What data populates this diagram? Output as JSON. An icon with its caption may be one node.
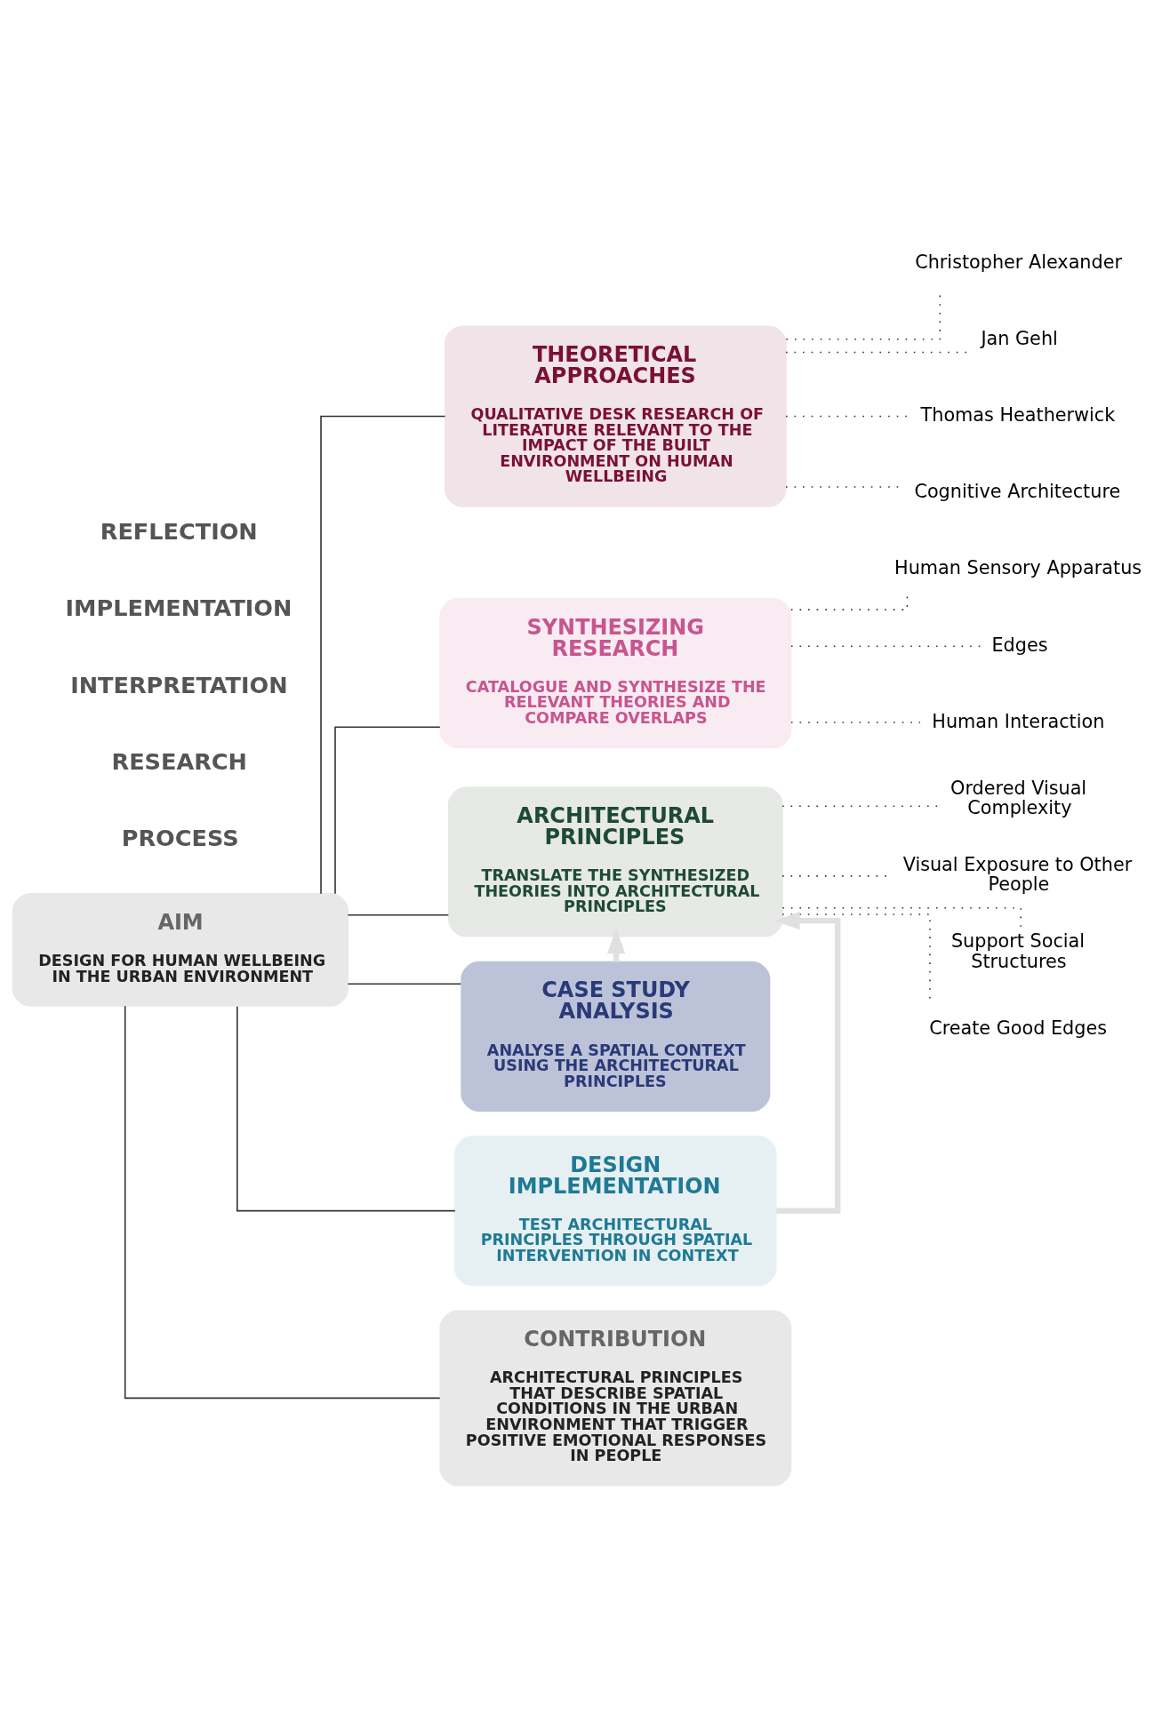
{
  "diagram": {
    "nodes": [
      {
        "text": [
          "AIM",
          "DESIGN FOR HUMAN WELLBEING IN THE URBAN ENVIRONMENT"
        ]
      },
      {
        "text": [
          "THEORETICAL APPROACHES",
          "QUALITATIVE DESK RESEARCH OF LITERATURE RELEVANT TO THE IMPACT OF THE BUILT ENVIRONMENT ON HUMAN WELLBEING"
        ]
      },
      {
        "text": [
          "SYNTHESIZING RESEARCH",
          "CATALOGUE AND SYNTHESIZE THE RELEVANT THEORIES AND COMPARE OVERLAPS"
        ]
      },
      {
        "text": [
          "ARCHITECTURAL PRINCIPLES",
          "TRANSLATE THE SYNTHESIZED THEORIES INTO ARCHITECTURAL PRINCIPLES"
        ]
      },
      {
        "text": [
          "CASE STUDY ANALYSIS",
          "ANALYSE A SPATIAL CONTEXT USING THE ARCHITECTURAL PRINCIPLES"
        ]
      },
      {
        "text": [
          "DESIGN IMPLEMENTATION",
          "TEST ARCHITECTURAL PRINCIPLES THROUGH SPATIAL INTERVENTION IN CONTEXT"
        ]
      },
      {
        "text": [
          "CONTRIBUTION",
          "ARCHITECTURAL PRINCIPLES THAT DESCRIBE SPATIAL CONDITIONS IN THE URBAN ENVIRONMENT THAT TRIGGER POSITIVE EMOTIONAL RESPONSES IN PEOPLE"
        ]
      },
      {
        "text": [
          "Christopher Alexander"
        ]
      },
      {
        "text": [
          "Jan Gehl"
        ]
      },
      {
        "text": [
          "Thomas Heatherwick"
        ]
      },
      {
        "text": [
          "Cognitive Architecture"
        ]
      },
      {
        "text": [
          "Human Sensory Apparatus"
        ]
      },
      {
        "text": [
          "Edges"
        ]
      },
      {
        "text": [
          "Human Interaction"
        ]
      },
      {
        "text": [
          "Ordered Visual Complexity"
        ]
      },
      {
        "text": [
          "Visual Exposure to Other People"
        ]
      },
      {
        "text": [
          "Support Social Structures"
        ]
      },
      {
        "text": [
          "Create Good Edges"
        ]
      }
    ],
    "edges": [
      {
        "from": 0,
        "to": 1,
        "arrow": "none"
      },
      {
        "from": 0,
        "to": 2,
        "arrow": "none"
      },
      {
        "from": 0,
        "to": 3,
        "arrow": "none"
      },
      {
        "from": 0,
        "to": 4,
        "arrow": "none"
      },
      {
        "from": 0,
        "to": 5,
        "arrow": "none"
      },
      {
        "from": 0,
        "to": 6,
        "arrow": "none"
      },
      {
        "from": 1,
        "to": 7,
        "arrow": "none",
        "style": "dashed"
      },
      {
        "from": 1,
        "to": 8,
        "arrow": "none",
        "style": "dashed"
      },
      {
        "from": 1,
        "to": 9,
        "arrow": "none",
        "style": "dashed"
      },
      {
        "from": 1,
        "to": 10,
        "arrow": "none",
        "style": "dashed"
      },
      {
        "from": 2,
        "to": 11,
        "arrow": "none",
        "style": "dashed"
      },
      {
        "from": 2,
        "to": 12,
        "arrow": "none",
        "style": "dashed"
      },
      {
        "from": 2,
        "to": 13,
        "arrow": "none",
        "style": "dashed"
      },
      {
        "from": 3,
        "to": 14,
        "arrow": "none",
        "style": "dashed"
      },
      {
        "from": 3,
        "to": 15,
        "arrow": "none",
        "style": "dashed"
      },
      {
        "from": 3,
        "to": 16,
        "arrow": "none",
        "style": "dashed"
      },
      {
        "from": 3,
        "to": 17,
        "arrow": "none",
        "style": "dashed"
      },
      {
        "from": 4,
        "to": 3,
        "arrow": "to",
        "style": "thick",
        "color": "#e0e0e0"
      },
      {
        "from": 5,
        "to": 3,
        "arrow": "to",
        "style": "thick",
        "color": "#e0e0e0"
      }
    ],
    "labels": [
      "PROCESS",
      "RESEARCH",
      "INTERPRETATION",
      "IMPLEMENTATION",
      "REFLECTION"
    ]
  }
}
